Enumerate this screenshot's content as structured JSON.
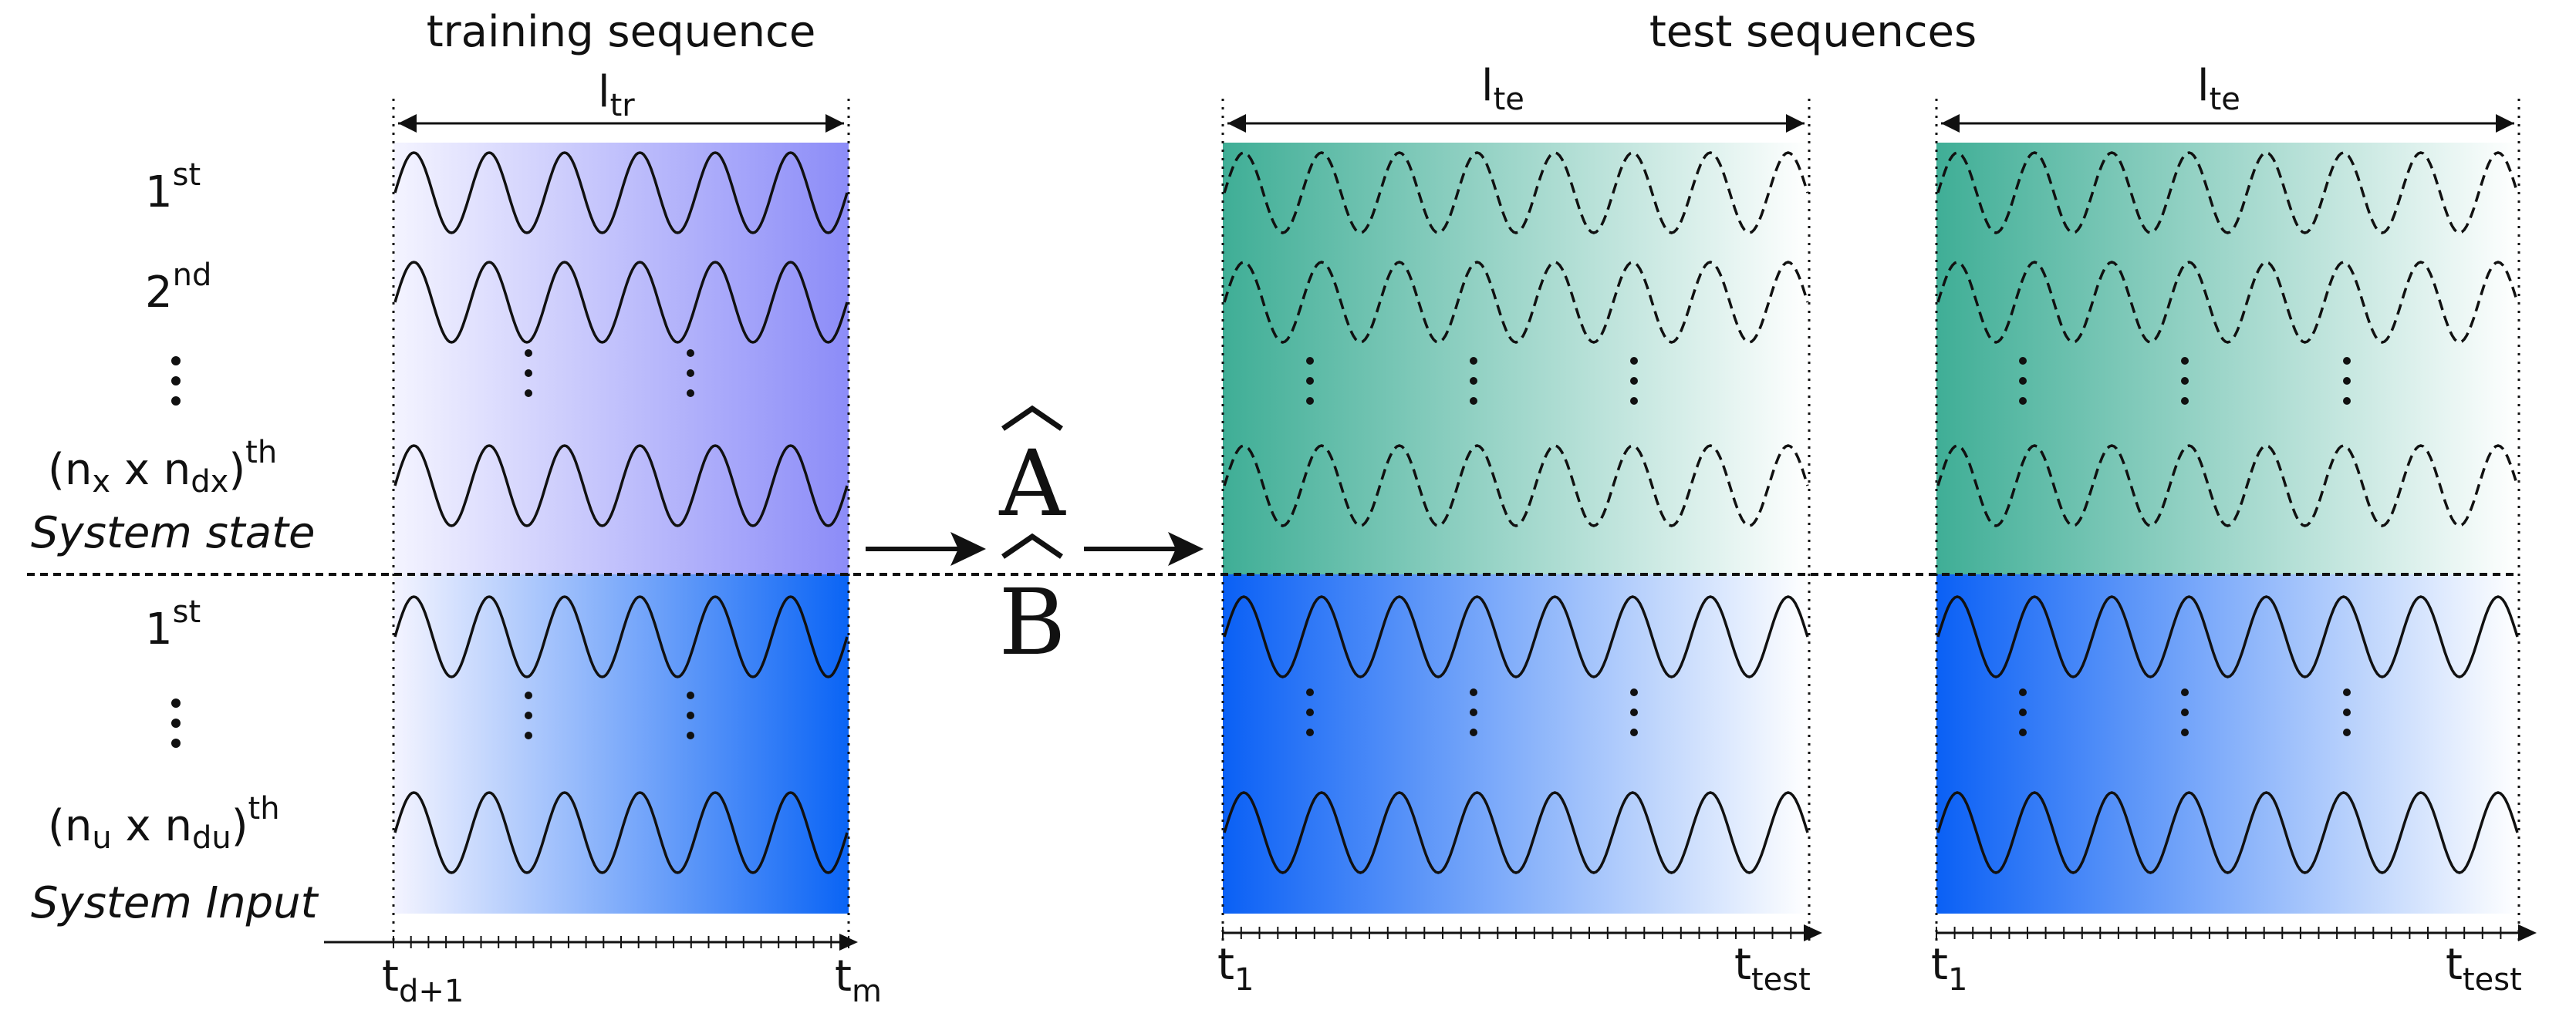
{
  "titles": {
    "training": "training sequence",
    "test": "test sequences"
  },
  "lengths": {
    "train": {
      "base": "l",
      "sub": "tr"
    },
    "test": {
      "base": "l",
      "sub": "te"
    }
  },
  "rows": {
    "state_first": {
      "base": "1",
      "sup": "st"
    },
    "state_second": {
      "base": "2",
      "sup": "nd"
    },
    "state_last": {
      "open": "(n",
      "s1": "x",
      "mid": " x n",
      "s2": "dx",
      "close": ")",
      "sup": "th"
    },
    "input_first": {
      "base": "1",
      "sup": "st"
    },
    "input_last": {
      "open": "(n",
      "s1": "u",
      "mid": " x n",
      "s2": "du",
      "close": ")",
      "sup": "th"
    }
  },
  "section_labels": {
    "state": "System state",
    "input": "System Input"
  },
  "estimates": {
    "a": "A",
    "b": "B"
  },
  "time_labels": {
    "train_start": {
      "base": "t",
      "sub": "d+1"
    },
    "train_end": {
      "base": "t",
      "sub": "m"
    },
    "test_start": {
      "base": "t",
      "sub": "1"
    },
    "test_end": {
      "base": "t",
      "sub": "test"
    }
  },
  "colors": {
    "train_gradient_start": "#f4f4ff",
    "train_state_end": "#8c8cf8",
    "train_input_end": "#0a64f5",
    "test_state_start": "#3fae96",
    "test_input_start": "#0a60f5",
    "line": "#111111"
  }
}
